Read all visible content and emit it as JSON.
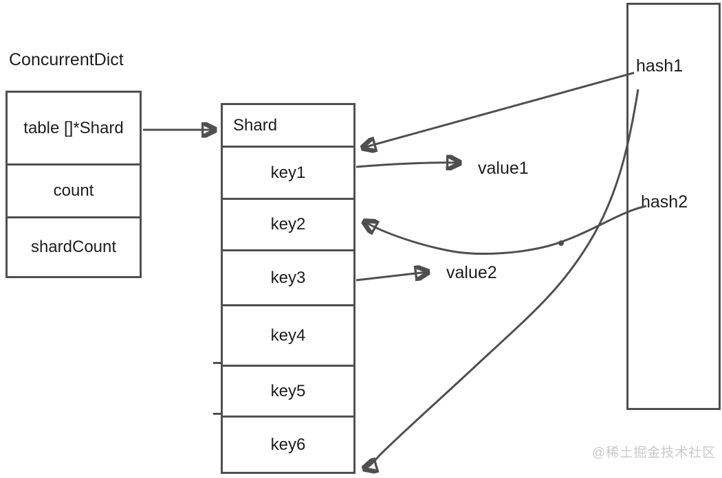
{
  "palette": {
    "line": "#4f4f51",
    "text": "#1d1d1f",
    "watermark_color": "#c9c9c9",
    "background": "#ffffff"
  },
  "dict": {
    "title": "ConcurrentDict",
    "fields": [
      "table []*Shard",
      "count",
      "shardCount"
    ]
  },
  "shard": {
    "header": "Shard",
    "keys": [
      "key1",
      "key2",
      "key3",
      "key4",
      "key5",
      "key6"
    ]
  },
  "hash_column": {
    "labels": [
      "hash1",
      "hash2"
    ]
  },
  "value_labels": [
    "value1",
    "value2"
  ],
  "watermark": "@稀土掘金技术社区"
}
